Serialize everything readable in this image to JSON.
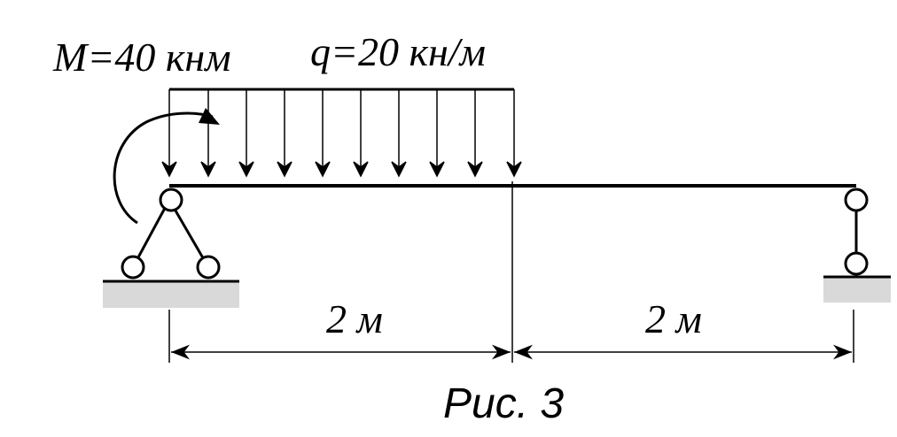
{
  "labels": {
    "moment": "M=40 кнм",
    "load": "q=20 кн/м",
    "span_left": "2 м",
    "span_right": "2 м",
    "caption": "Рис. 3"
  },
  "colors": {
    "ink": "#000000",
    "ground": "#d9d9d9"
  }
}
